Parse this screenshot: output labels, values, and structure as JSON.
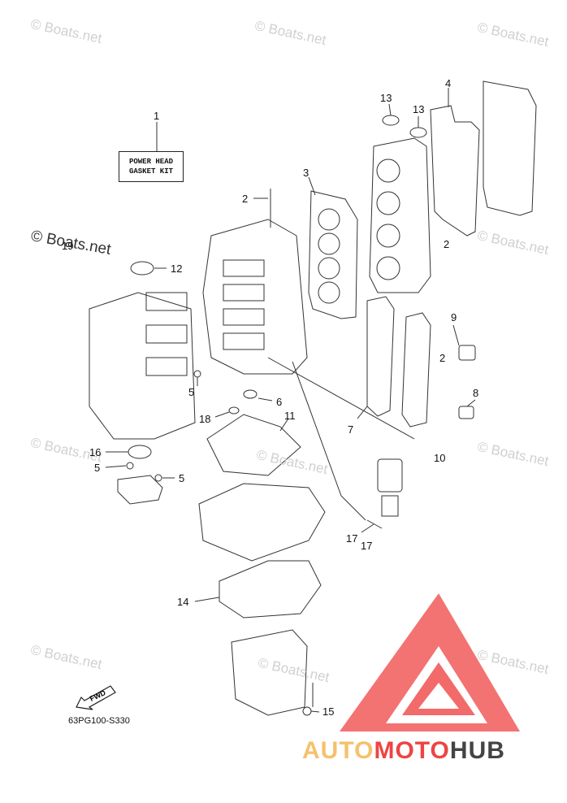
{
  "watermark_text": "© Boats.net",
  "kit_label": {
    "line1": "POWER HEAD",
    "line2": "GASKET KIT"
  },
  "callouts": [
    "1",
    "2",
    "3",
    "4",
    "13",
    "13",
    "2",
    "19",
    "12",
    "9",
    "2",
    "8",
    "5",
    "6",
    "18",
    "11",
    "7",
    "10",
    "16",
    "5",
    "5",
    "17",
    "17",
    "14",
    "15"
  ],
  "fwd_label": "FWD",
  "diagram_code": "63PG100-S330",
  "brand": {
    "part1": "AUTO",
    "part2": "MOTO",
    "part3": "HUB"
  },
  "colors": {
    "logo_red": "#ee4444",
    "logo_yellow": "#f5c16d",
    "logo_gray": "#444444",
    "line": "#333333",
    "watermark": "#d0d0d0"
  }
}
